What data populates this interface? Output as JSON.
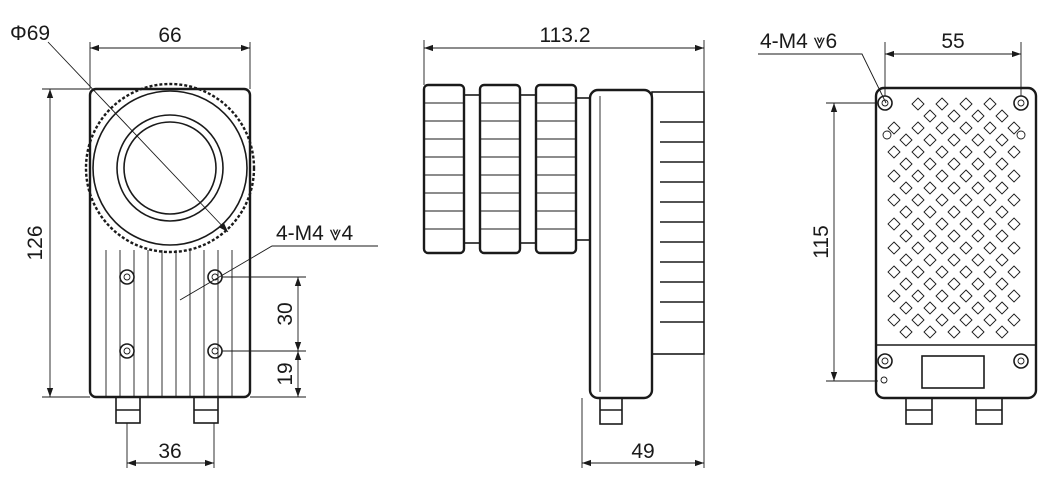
{
  "colors": {
    "line": "#1a1a1a",
    "background": "#ffffff",
    "arrow": "#1a1a1a"
  },
  "front_view": {
    "lens_diameter_label": "Φ69",
    "width_label": "66",
    "height_label": "126",
    "hole_spec_label": "4-M4 ⩔4",
    "hole_vertical_spacing_label": "30",
    "hole_bottom_offset_label": "19",
    "connector_spacing_label": "36"
  },
  "side_view": {
    "overall_length_label": "113.2",
    "body_depth_label": "49"
  },
  "rear_view": {
    "hole_spec_label": "4-M4 ⩔6",
    "hole_horizontal_spacing_label": "55",
    "hole_vertical_spacing_label": "115"
  }
}
